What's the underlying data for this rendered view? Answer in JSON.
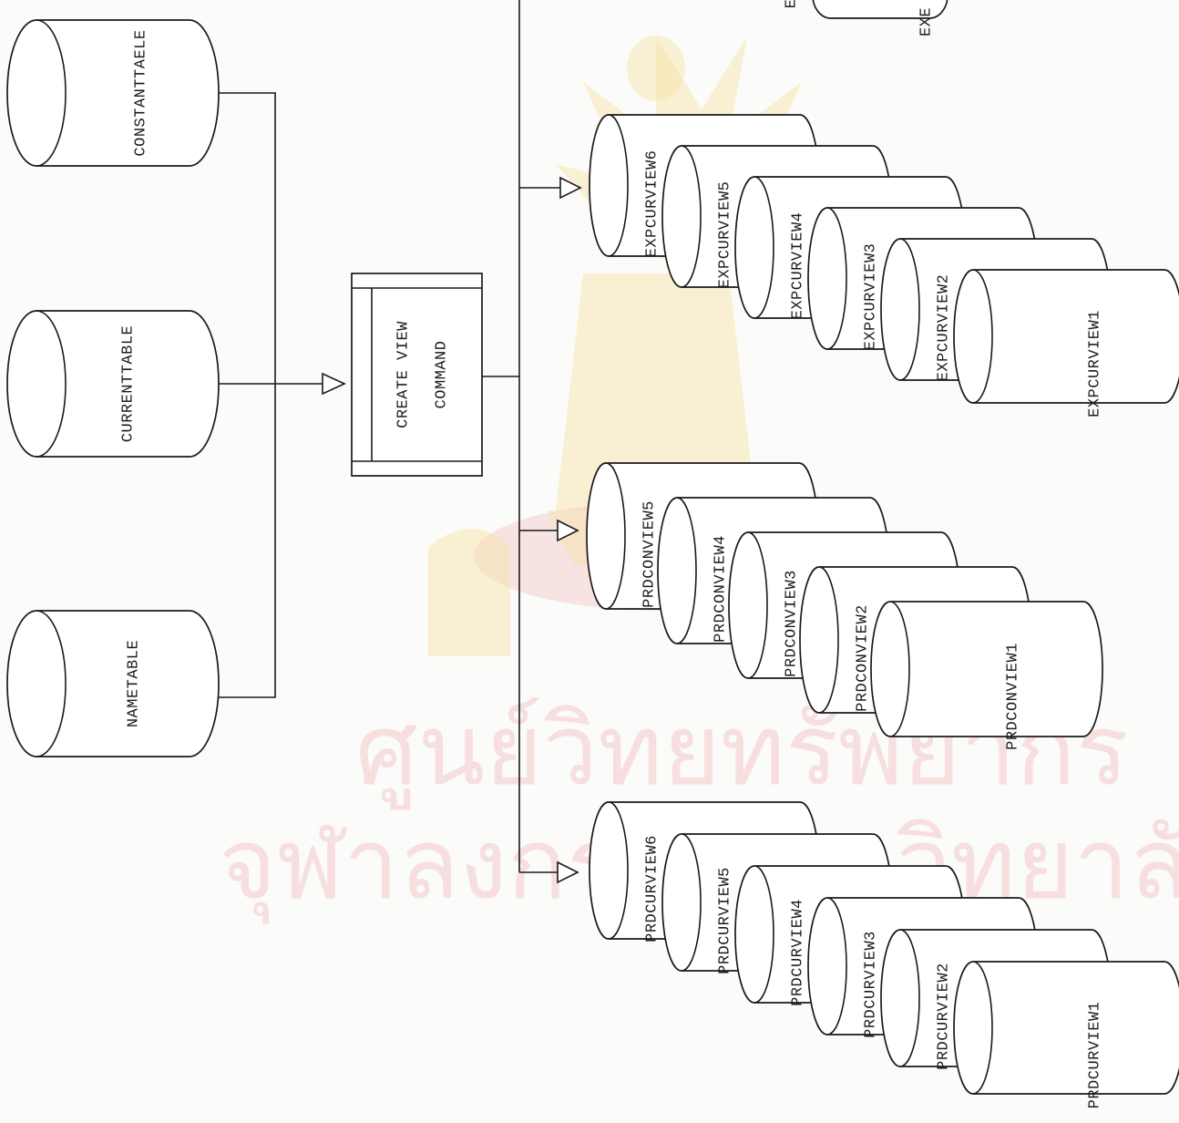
{
  "watermark": {
    "line1": "ศูนย์วิทยทรัพยากร",
    "line2": "จุฬาลงกรณ์มหาวิทยาลัย"
  },
  "sources": {
    "constant": "CONSTANTTAELE",
    "current": "CURRENTTABLE",
    "name": "NAMETABLE"
  },
  "command": {
    "line1": "CREATE VIEW",
    "line2": "COMMAND"
  },
  "exp_views": [
    "EXPCURVIEW6",
    "EXPCURVIEW5",
    "EXPCURVIEW4",
    "EXPCURVIEW3",
    "EXPCURVIEW2",
    "EXPCURVIEW1"
  ],
  "prdcon_views": [
    "PRDCONVIEW5",
    "PRDCONVIEW4",
    "PRDCONVIEW3",
    "PRDCONVIEW2",
    "PRDCONVIEW1"
  ],
  "prdcur_views": [
    "PRDCURVIEW6",
    "PRDCURVIEW5",
    "PRDCURVIEW4",
    "PRDCURVIEW3",
    "PRDCURVIEW2",
    "PRDCURVIEW1"
  ],
  "partial_top": {
    "left": "E",
    "right": "EXE"
  }
}
